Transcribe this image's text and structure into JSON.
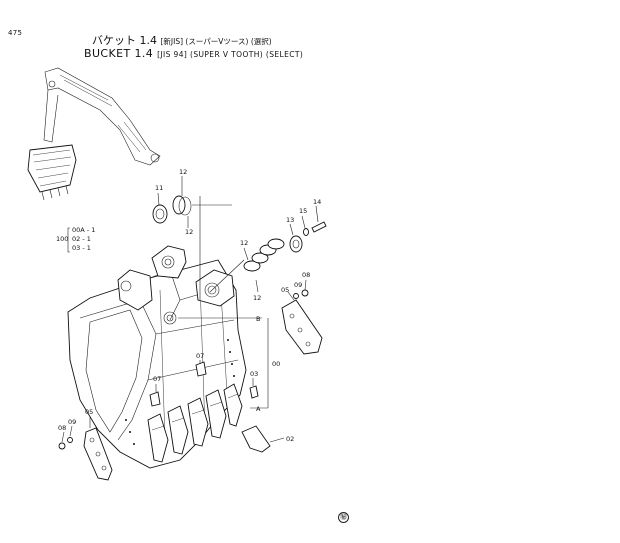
{
  "page": {
    "number": "475",
    "footer_mark": "㊙"
  },
  "title": {
    "jp_main": "バケット 1.4",
    "jp_sub": "[新JIS] (スーパーVツース) (選択)",
    "en_main": "BUCKET 1.4",
    "en_sub": "[JIS 94] (SUPER V TOOTH) (SELECT)"
  },
  "variants": {
    "prefix": "100",
    "rows": [
      "00A - 1",
      "02 - 1",
      "03 - 1"
    ]
  },
  "callouts": {
    "p11": "11",
    "p12a": "12",
    "p12b": "12",
    "p12c": "12",
    "p12d": "12",
    "p13": "13",
    "p14": "14",
    "p15": "15",
    "p09a": "09",
    "p08a": "08",
    "p05a": "05",
    "p00": "00",
    "p07a": "07",
    "p07b": "07",
    "p03": "03",
    "p02": "02",
    "p05b": "05",
    "p09b": "09",
    "p08b": "08",
    "refB": "B",
    "refA": "A"
  }
}
